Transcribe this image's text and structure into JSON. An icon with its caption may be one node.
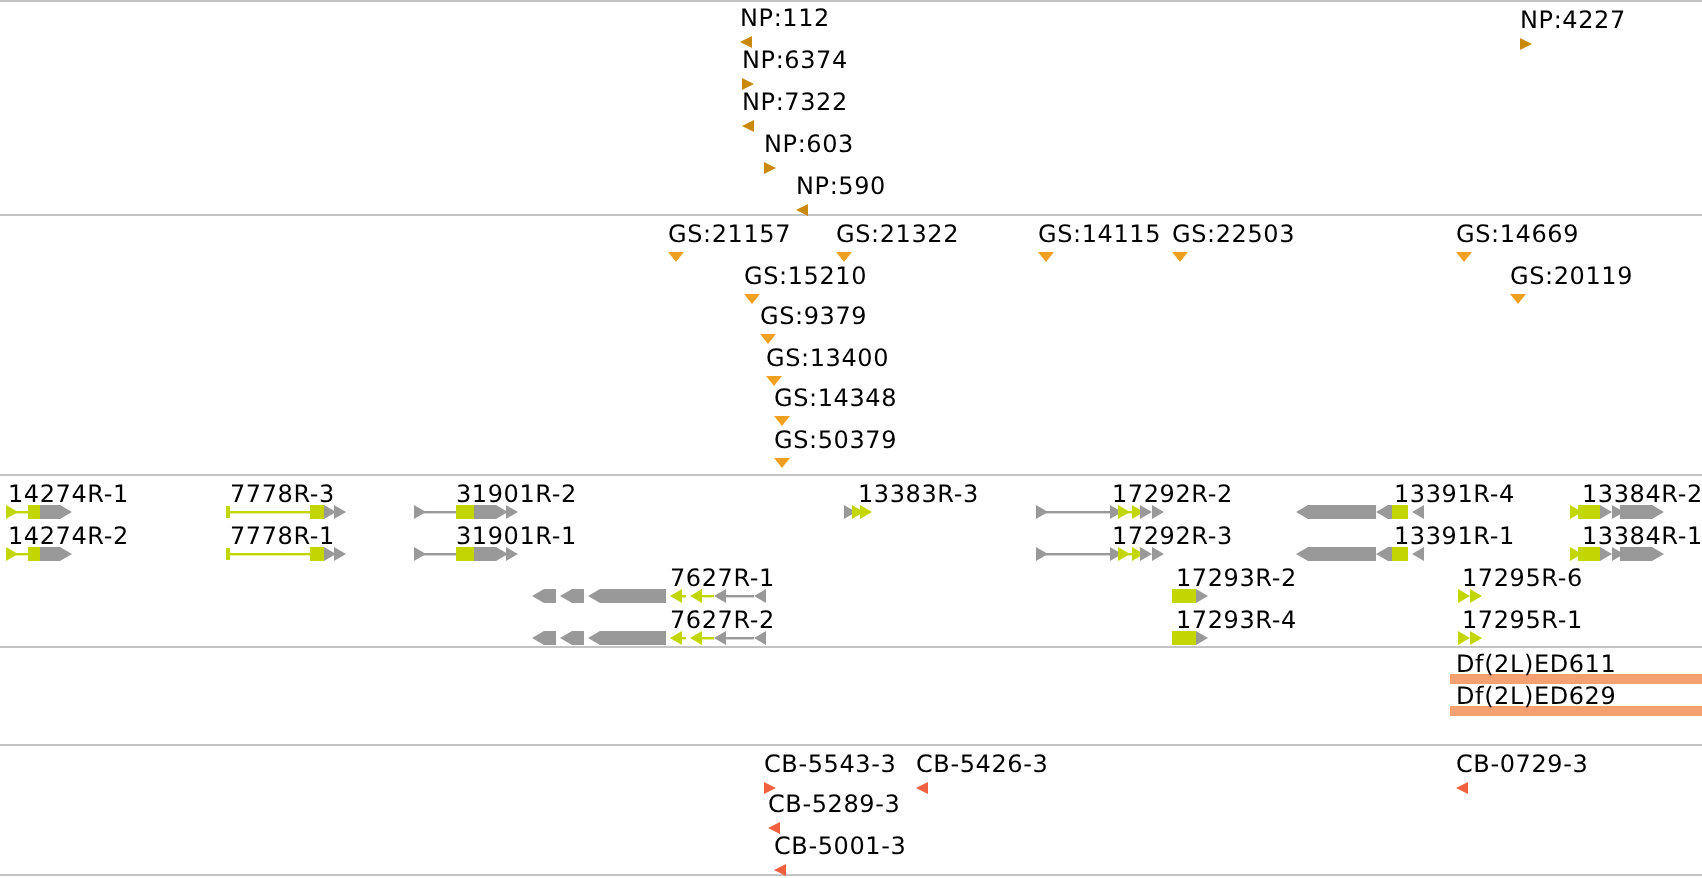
{
  "diagram": {
    "labels": [
      "NP:112",
      "NP:4227",
      "NP:6374",
      "NP:7322",
      "NP:603",
      "NP:590",
      "GS:21157",
      "GS:21322",
      "GS:14115",
      "GS:22503",
      "GS:14669",
      "GS:15210",
      "GS:20119",
      "GS:9379",
      "GS:13400",
      "GS:14348",
      "GS:50379",
      "14274R-1",
      "7778R-3",
      "31901R-2",
      "13383R-3",
      "17292R-2",
      "13391R-4",
      "13384R-2",
      "14274R-2",
      "7778R-1",
      "31901R-1",
      "17292R-3",
      "13391R-1",
      "13384R-1",
      "7627R-1",
      "17293R-2",
      "17295R-6",
      "7627R-2",
      "17293R-4",
      "17295R-1",
      "Df(2L)ED611",
      "Df(2L)ED629",
      "CB-5543-3",
      "CB-5426-3",
      "CB-0729-3",
      "CB-5289-3",
      "CB-5001-3"
    ]
  }
}
